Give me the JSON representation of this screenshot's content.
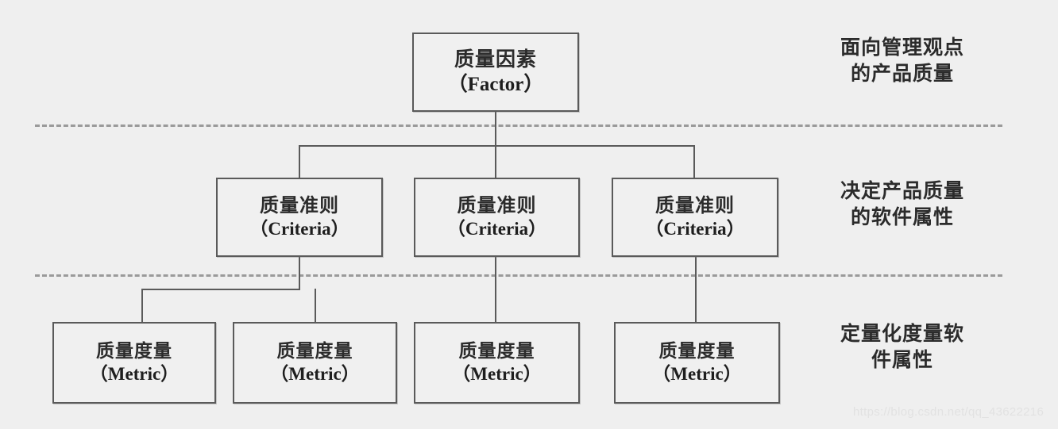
{
  "diagram": {
    "background_color": "#efefef",
    "line_color": "#5a5a5a",
    "separator_color": "#9a9a9a",
    "levels": [
      {
        "id": "factor",
        "side_label": "面向管理观点\n的产品质量",
        "nodes": [
          {
            "cn": "质量因素",
            "en": "（Factor）"
          }
        ]
      },
      {
        "id": "criteria",
        "side_label": "决定产品质量\n的软件属性",
        "nodes": [
          {
            "cn": "质量准则",
            "en": "（Criteria）"
          },
          {
            "cn": "质量准则",
            "en": "（Criteria）"
          },
          {
            "cn": "质量准则",
            "en": "（Criteria）"
          }
        ]
      },
      {
        "id": "metric",
        "side_label": "定量化度量软\n件属性",
        "nodes": [
          {
            "cn": "质量度量",
            "en": "（Metric）"
          },
          {
            "cn": "质量度量",
            "en": "（Metric）"
          },
          {
            "cn": "质量度量",
            "en": "（Metric）"
          },
          {
            "cn": "质量度量",
            "en": "（Metric）"
          }
        ]
      }
    ]
  },
  "watermark": {
    "text": "https://blog.csdn.net/qq_43622216"
  }
}
